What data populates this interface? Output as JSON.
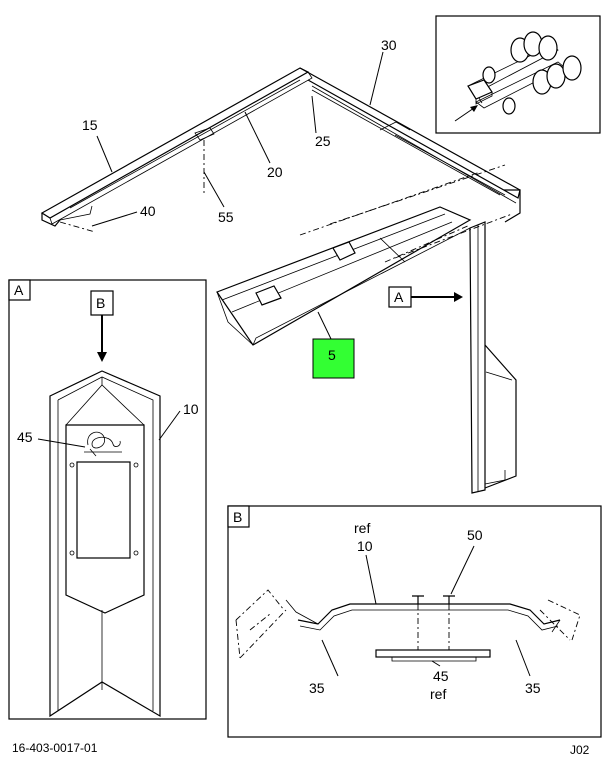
{
  "callouts": {
    "c30": "30",
    "c15": "15",
    "c25": "25",
    "c20": "20",
    "c40": "40",
    "c55": "55",
    "c5": "5",
    "c10": "10",
    "c45": "45",
    "c50": "50",
    "c35a": "35",
    "c35b": "35",
    "c45b": "45",
    "ref_a": "ref",
    "ref_b": "ref",
    "c10b": "10"
  },
  "views": {
    "a_label": "A",
    "a_pointer": "A",
    "b_label": "B",
    "b_pointer": "B"
  },
  "footer": {
    "drawing_number": "16-403-0017-01",
    "sheet_code": "J02"
  },
  "colors": {
    "highlight": "#33ff33",
    "line": "#000000"
  }
}
